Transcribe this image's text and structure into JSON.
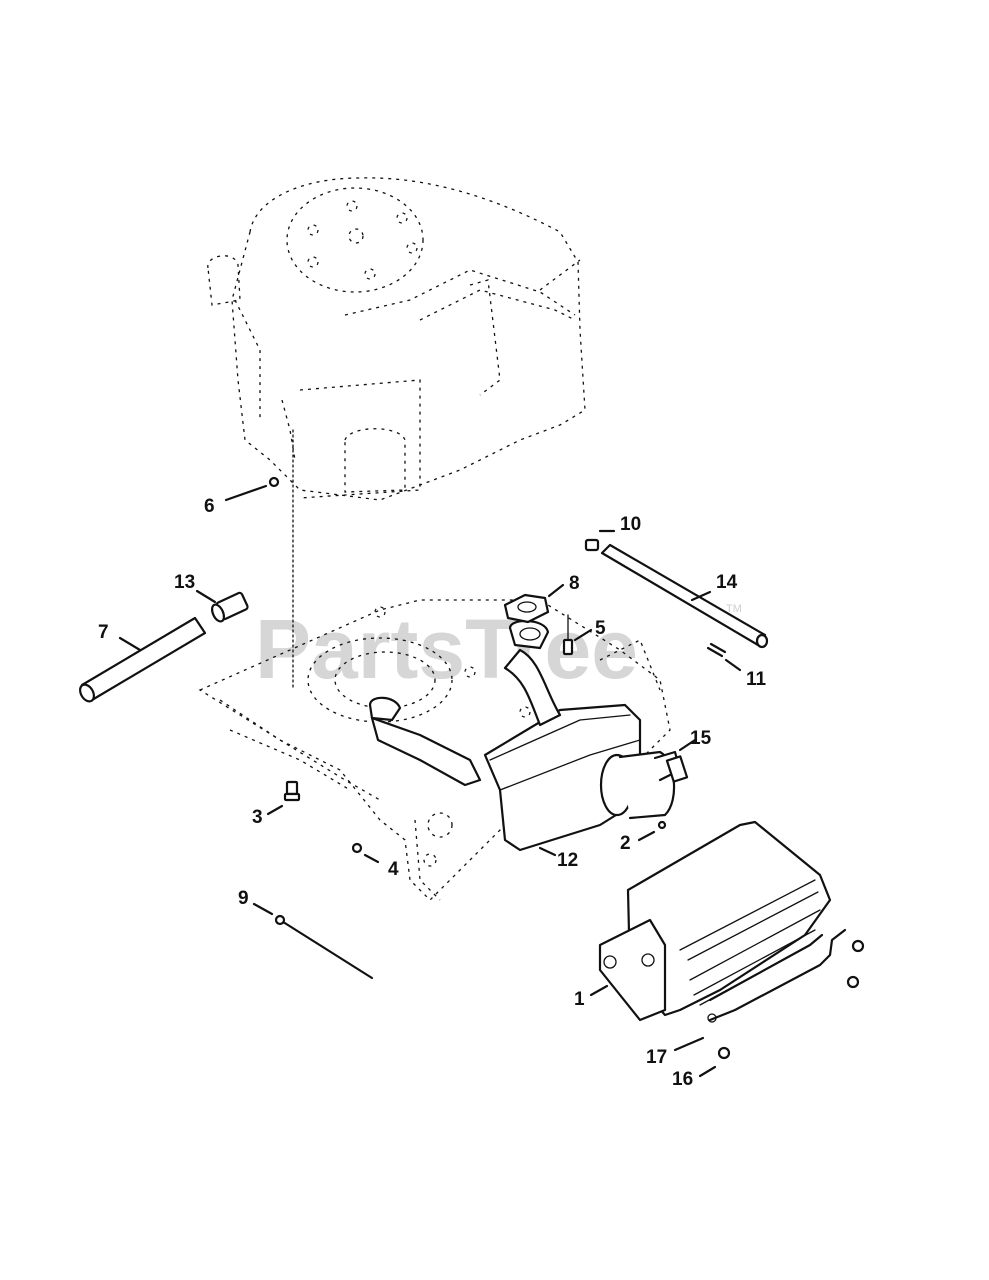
{
  "watermark": {
    "text": "PartsTree",
    "trademark": "TM"
  },
  "callouts": [
    {
      "id": "1",
      "label": "1"
    },
    {
      "id": "2",
      "label": "2"
    },
    {
      "id": "3",
      "label": "3"
    },
    {
      "id": "4",
      "label": "4"
    },
    {
      "id": "5",
      "label": "5"
    },
    {
      "id": "6",
      "label": "6"
    },
    {
      "id": "7",
      "label": "7"
    },
    {
      "id": "8",
      "label": "8"
    },
    {
      "id": "9",
      "label": "9"
    },
    {
      "id": "10",
      "label": "10"
    },
    {
      "id": "11",
      "label": "11"
    },
    {
      "id": "12",
      "label": "12"
    },
    {
      "id": "13",
      "label": "13"
    },
    {
      "id": "14",
      "label": "14"
    },
    {
      "id": "15",
      "label": "15"
    },
    {
      "id": "16",
      "label": "16"
    },
    {
      "id": "17",
      "label": "17"
    }
  ]
}
